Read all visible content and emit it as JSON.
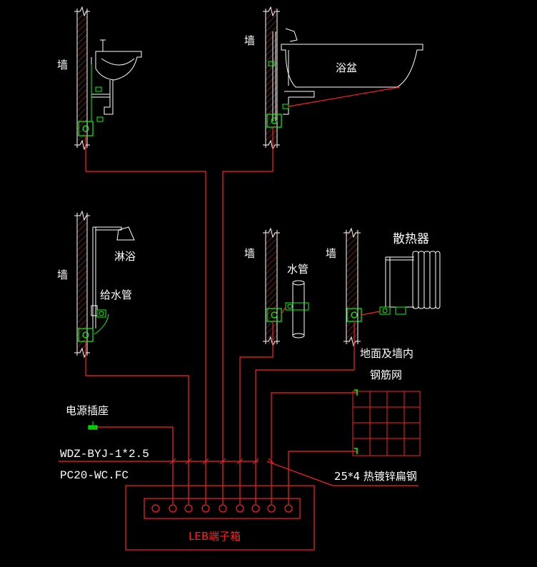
{
  "labels": {
    "wall_1": "墙",
    "wall_2": "墙",
    "wall_3": "墙",
    "wall_4": "墙",
    "wall_5": "墙",
    "bathtub": "浴盆",
    "shower": "淋浴",
    "water_supply_pipe": "给水管",
    "water_pipe": "水管",
    "radiator": "散热器",
    "floor_wall_mesh_line1": "地面及墙内",
    "floor_wall_mesh_line2": "钢筋网",
    "power_socket": "电源插座",
    "cable_spec": "WDZ-BYJ-1*2.5",
    "conduit_spec": "PC20-WC.FC",
    "flat_steel": "25*4 热镀锌扁钢",
    "terminal_box": "LEB端子箱"
  },
  "colors": {
    "background": "#000000",
    "wire": "#ff2020",
    "fixture": "#ffffff",
    "clamp": "#00ff00",
    "hatch": "#c04040"
  }
}
